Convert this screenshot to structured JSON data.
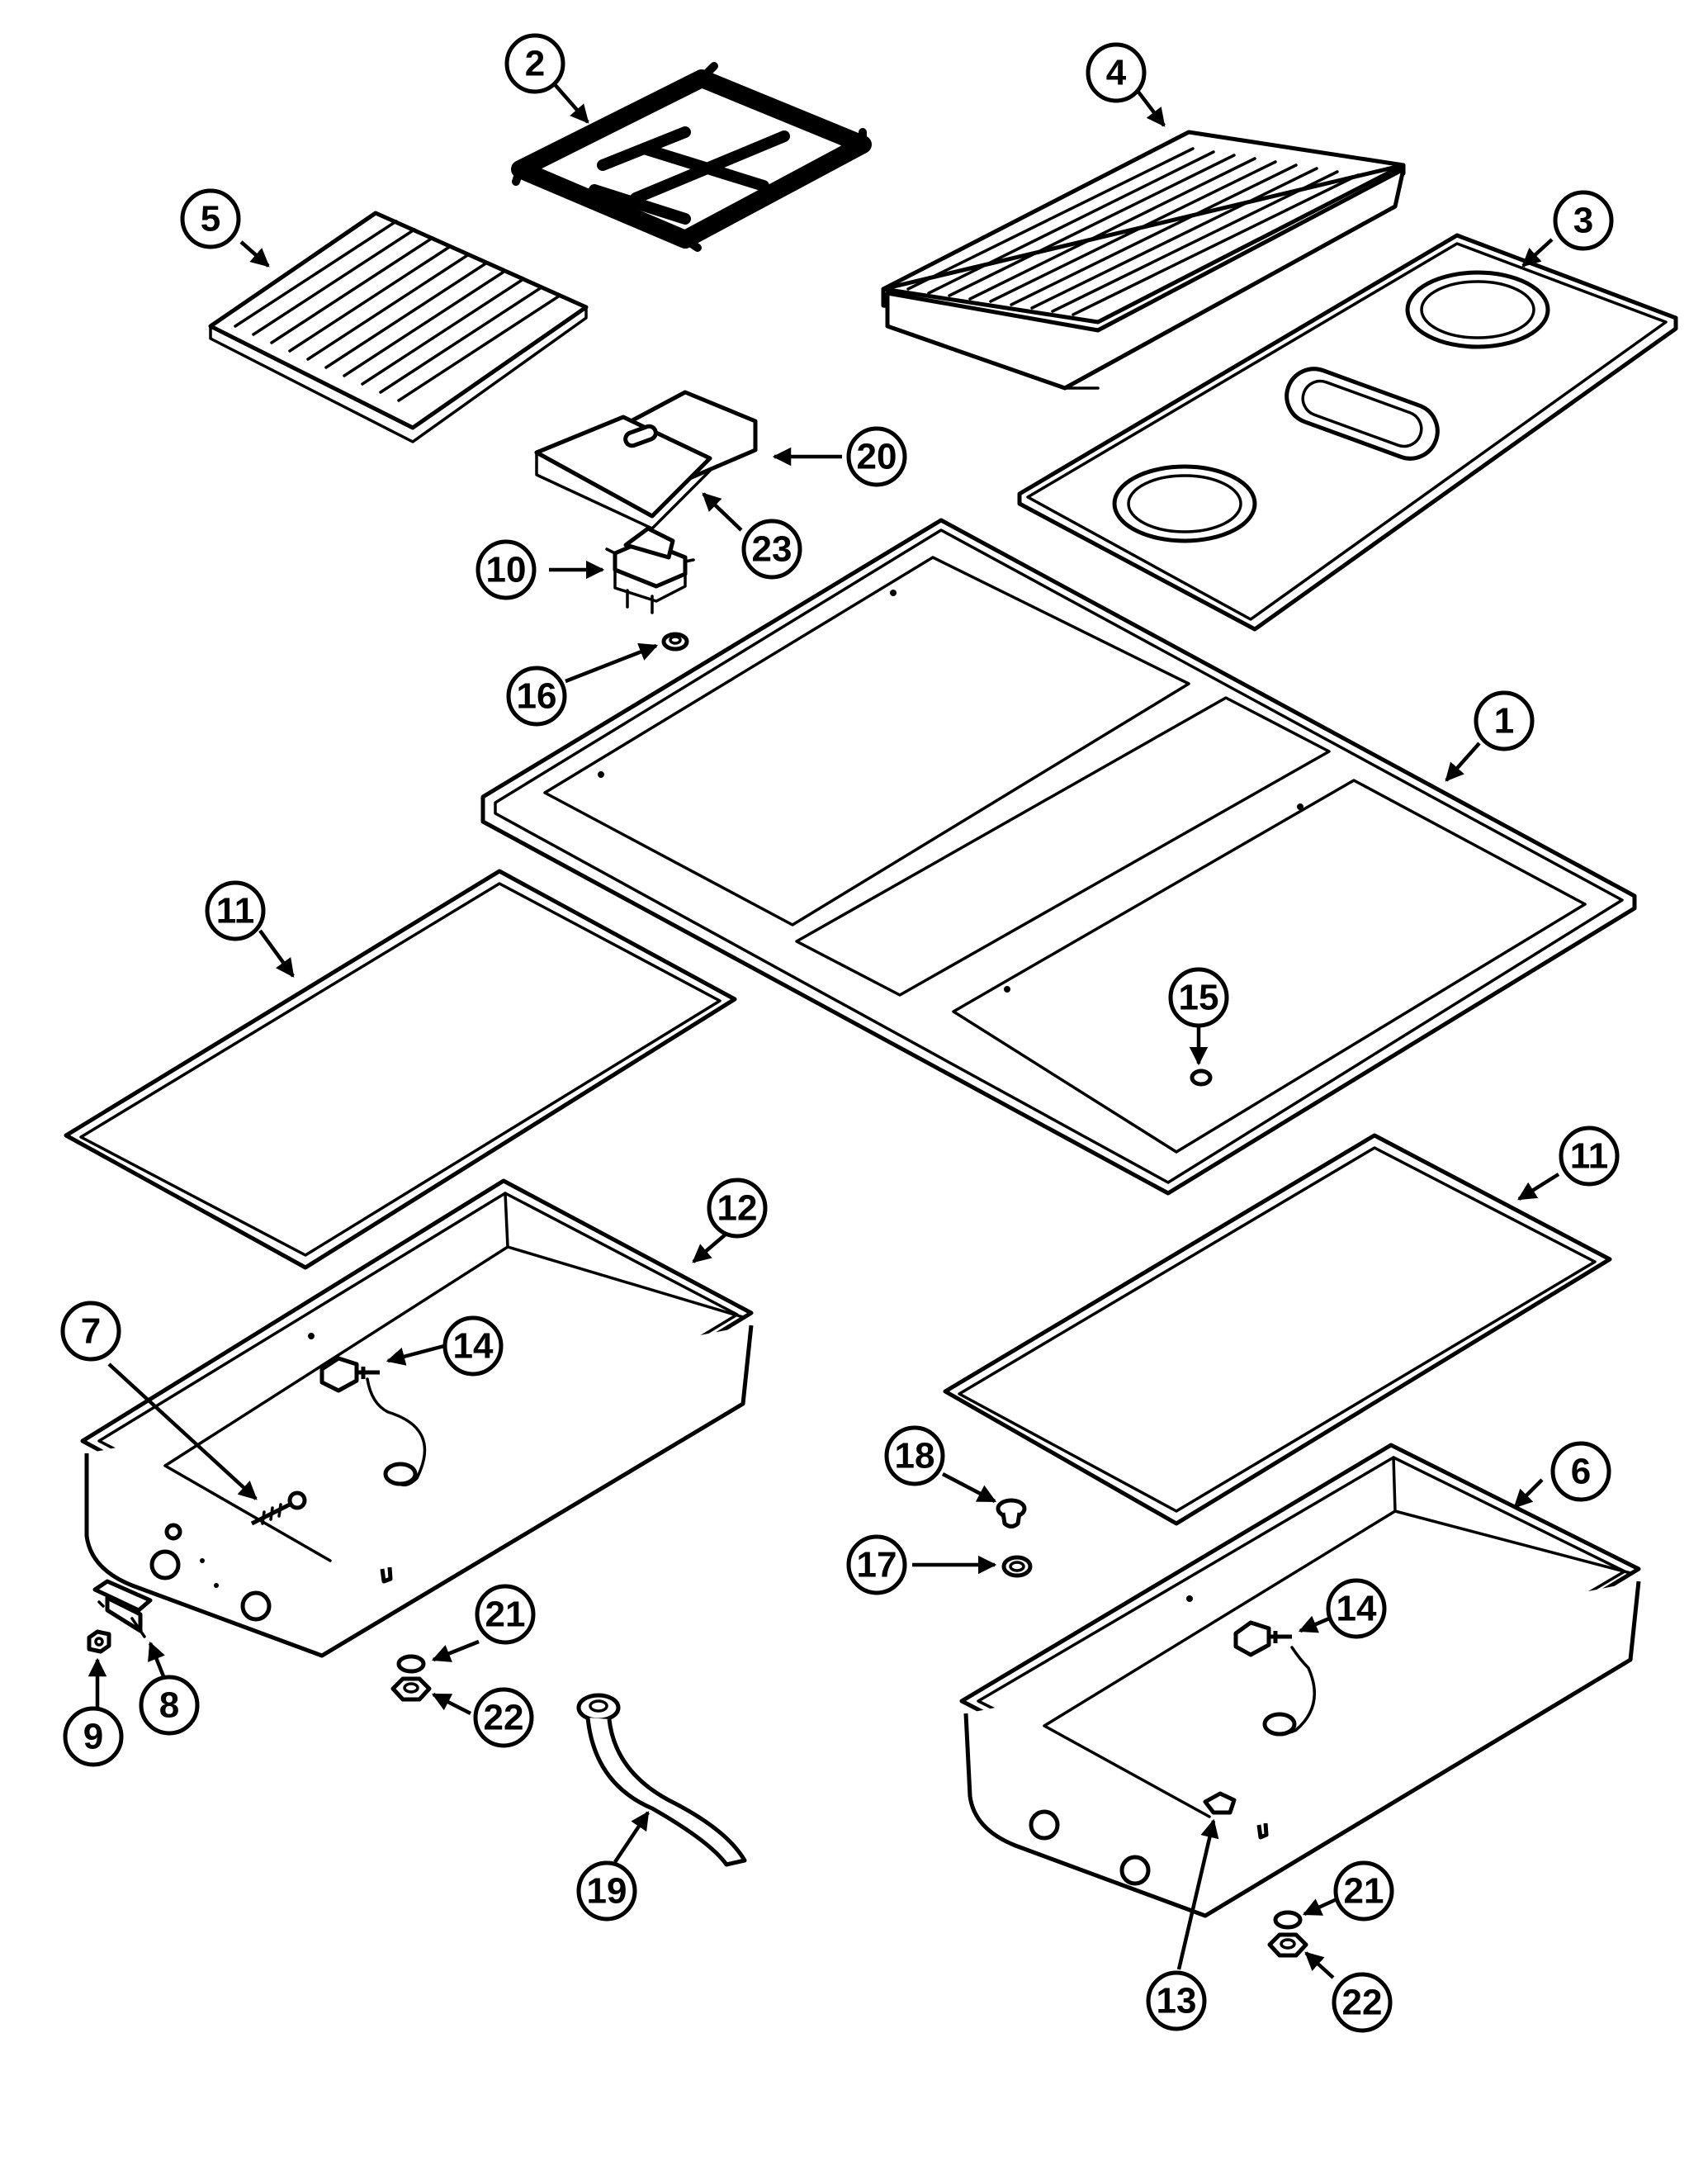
{
  "callouts": {
    "c1": "1",
    "c2": "2",
    "c3": "3",
    "c4": "4",
    "c5": "5",
    "c6": "6",
    "c7": "7",
    "c8": "8",
    "c9": "9",
    "c10": "10",
    "c11a": "11",
    "c11b": "11",
    "c12": "12",
    "c13": "13",
    "c14a": "14",
    "c14b": "14",
    "c15": "15",
    "c16": "16",
    "c17": "17",
    "c18": "18",
    "c19": "19",
    "c20": "20",
    "c21a": "21",
    "c21b": "21",
    "c22a": "22",
    "c22b": "22",
    "c23": "23"
  }
}
